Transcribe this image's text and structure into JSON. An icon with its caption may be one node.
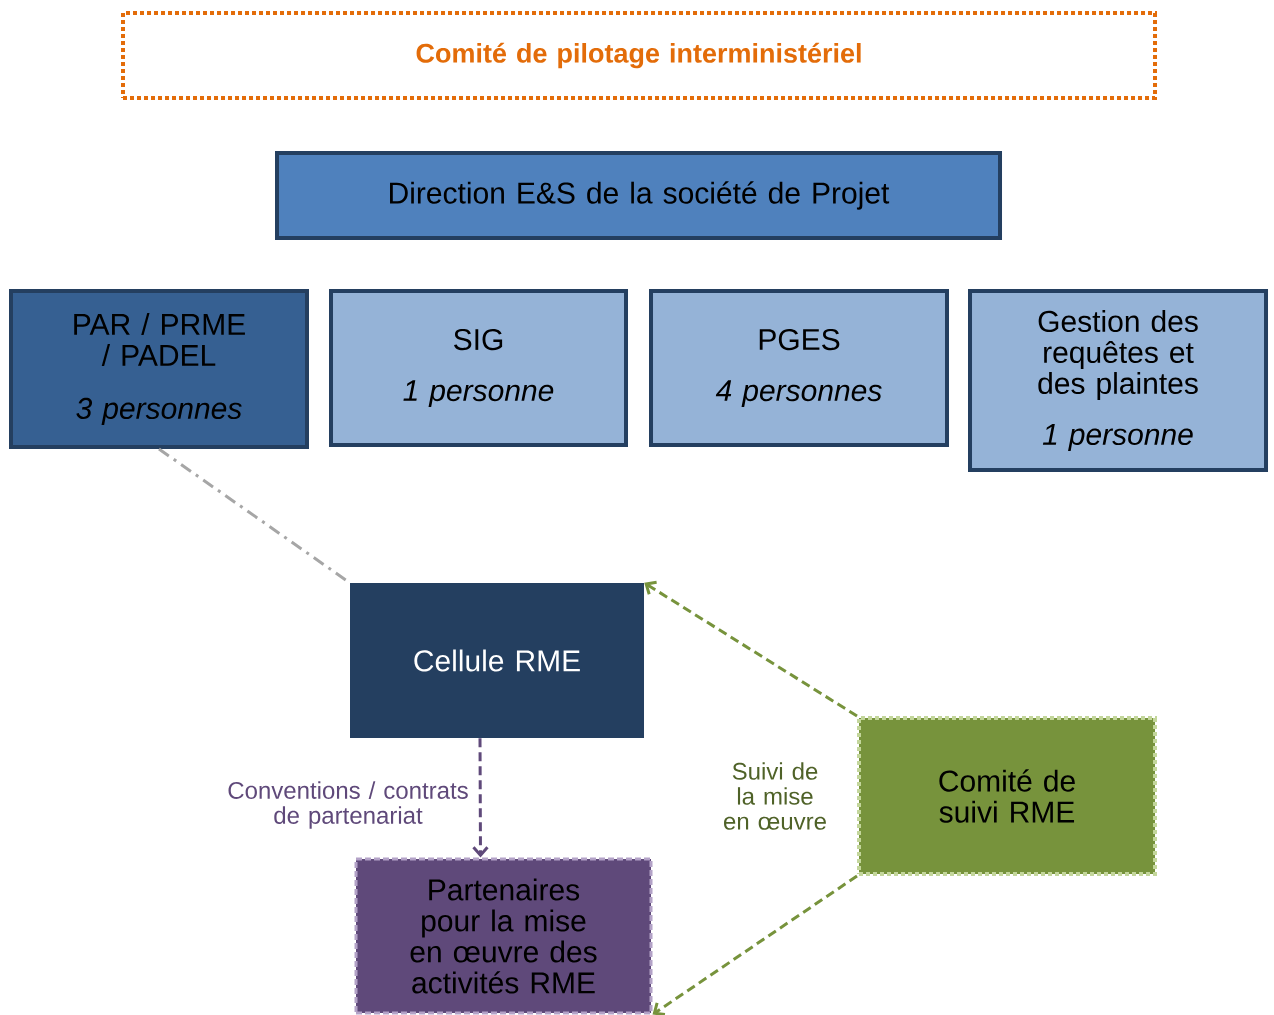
{
  "diagram": {
    "nodes": [
      {
        "text": [
          "Comité de pilotage interministériel"
        ]
      },
      {
        "text": [
          "Direction E&S de la société de Projet"
        ]
      },
      {
        "text": [
          "PAR / PRME / PADEL",
          "3 personnes"
        ]
      },
      {
        "text": [
          "SIG",
          "1 personne"
        ]
      },
      {
        "text": [
          "PGES",
          "4 personnes"
        ]
      },
      {
        "text": [
          "Gestion des requêtes et des plaintes",
          "1 personne"
        ]
      },
      {
        "text": [
          "Cellule RME"
        ]
      },
      {
        "text": [
          "Partenaires pour la mise en œuvre des activités RME"
        ]
      },
      {
        "text": [
          "Comité de suivi RME"
        ]
      }
    ],
    "edges": [
      {
        "from": 2,
        "to": 6,
        "arrow": "none",
        "style": "dashed",
        "color": "#a6a6a6"
      },
      {
        "from": 6,
        "to": 7,
        "arrow": "to",
        "style": "dashed",
        "color": "#5f497a",
        "label": "Conventions / contrats de partenariat"
      },
      {
        "from": 8,
        "to": 6,
        "arrow": "to",
        "style": "dashed",
        "color": "#77933c",
        "label": "Suivi de la mise en œuvre"
      },
      {
        "from": 8,
        "to": 7,
        "arrow": "to",
        "style": "dashed",
        "color": "#77933c"
      }
    ]
  }
}
